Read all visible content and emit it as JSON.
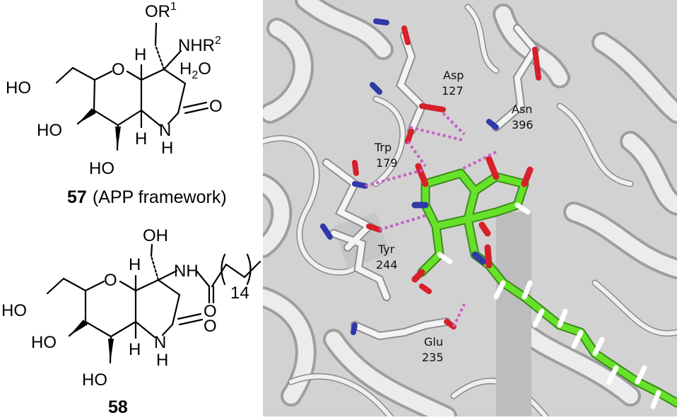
{
  "compound57": {
    "or1": "OR",
    "or1_sup": "1",
    "nhr2": "NHR",
    "nhr2_sup": "2",
    "h2o_h": "H",
    "h2o_sub": "2",
    "h2o_o": "O",
    "ho_top": "HO",
    "ring_o": "O",
    "h_top": "H",
    "carbonyl_o": "O",
    "ho_mid": "HO",
    "nh_n": "N",
    "nh_h": "H",
    "h_bottom": "H",
    "ho_bottom": "HO",
    "number": "57",
    "label": "(APP framework)"
  },
  "compound58": {
    "oh": "OH",
    "nh": "NH",
    "amide_o": "O",
    "chain_count": "14",
    "ho_top": "HO",
    "ring_o": "O",
    "h_top": "H",
    "carbonyl_o": "O",
    "ho_mid": "HO",
    "nh_n": "N",
    "nh_h": "H",
    "h_bottom": "H",
    "ho_bottom": "HO",
    "number": "58"
  },
  "residues": [
    {
      "name": "Asp",
      "number": "127"
    },
    {
      "name": "Asn",
      "number": "396"
    },
    {
      "name": "Trp",
      "number": "179"
    },
    {
      "name": "Tyr",
      "number": "244"
    },
    {
      "name": "Glu",
      "number": "235"
    }
  ],
  "colors": {
    "protein": "#e4e4e4",
    "ligand": "#66e22a",
    "oxygen": "#d6202a",
    "nitrogen": "#2f3aa8",
    "hbond": "#c85fc8"
  }
}
